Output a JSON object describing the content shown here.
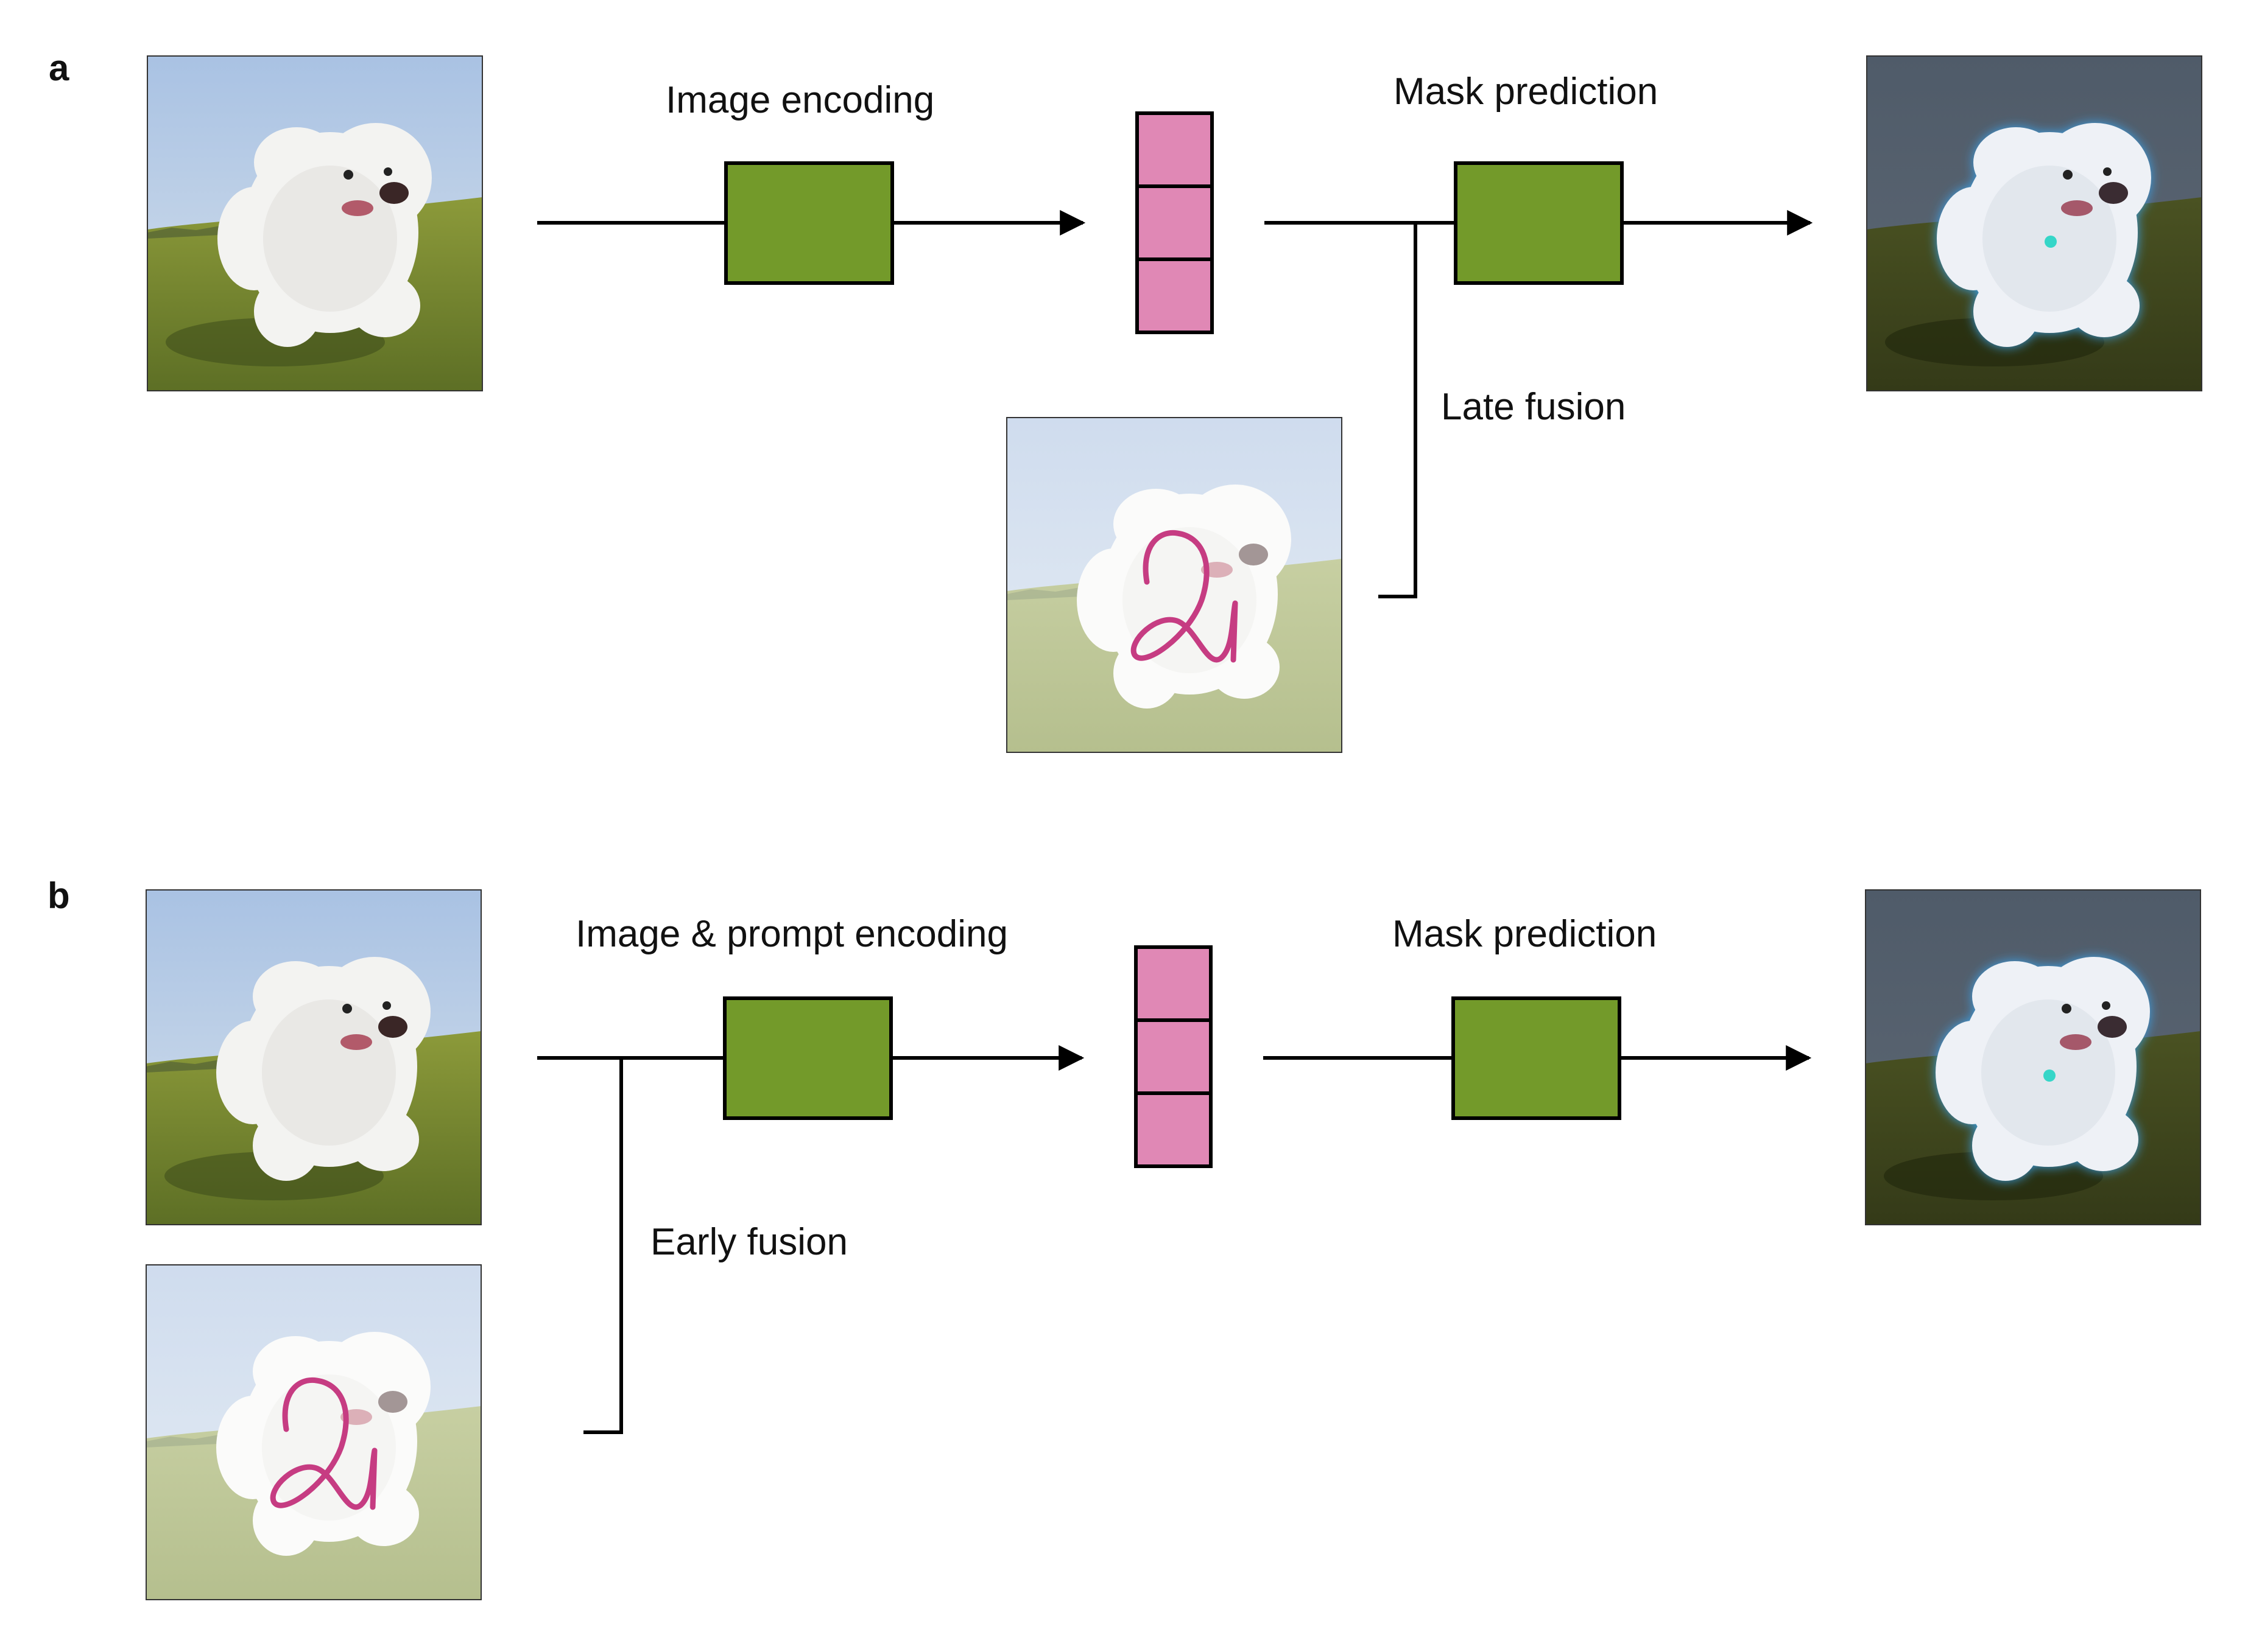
{
  "panels": {
    "a": {
      "letter": "a",
      "encoder_label": "Image encoding",
      "decoder_label": "Mask prediction",
      "fusion_label": "Late fusion"
    },
    "b": {
      "letter": "b",
      "encoder_label": "Image & prompt encoding",
      "decoder_label": "Mask prediction",
      "fusion_label": "Early fusion"
    }
  },
  "colors": {
    "block": "#739a2a",
    "embedding": "#e088b5",
    "scribble": "#c63c82",
    "mask_glow": "#3aa0e6",
    "mask_dot": "#35d6c8",
    "line": "#000000"
  },
  "icons": {
    "input_image": "dog-photo",
    "prompt_image": "dog-photo-with-scribble",
    "output_image": "dog-photo-with-mask"
  }
}
